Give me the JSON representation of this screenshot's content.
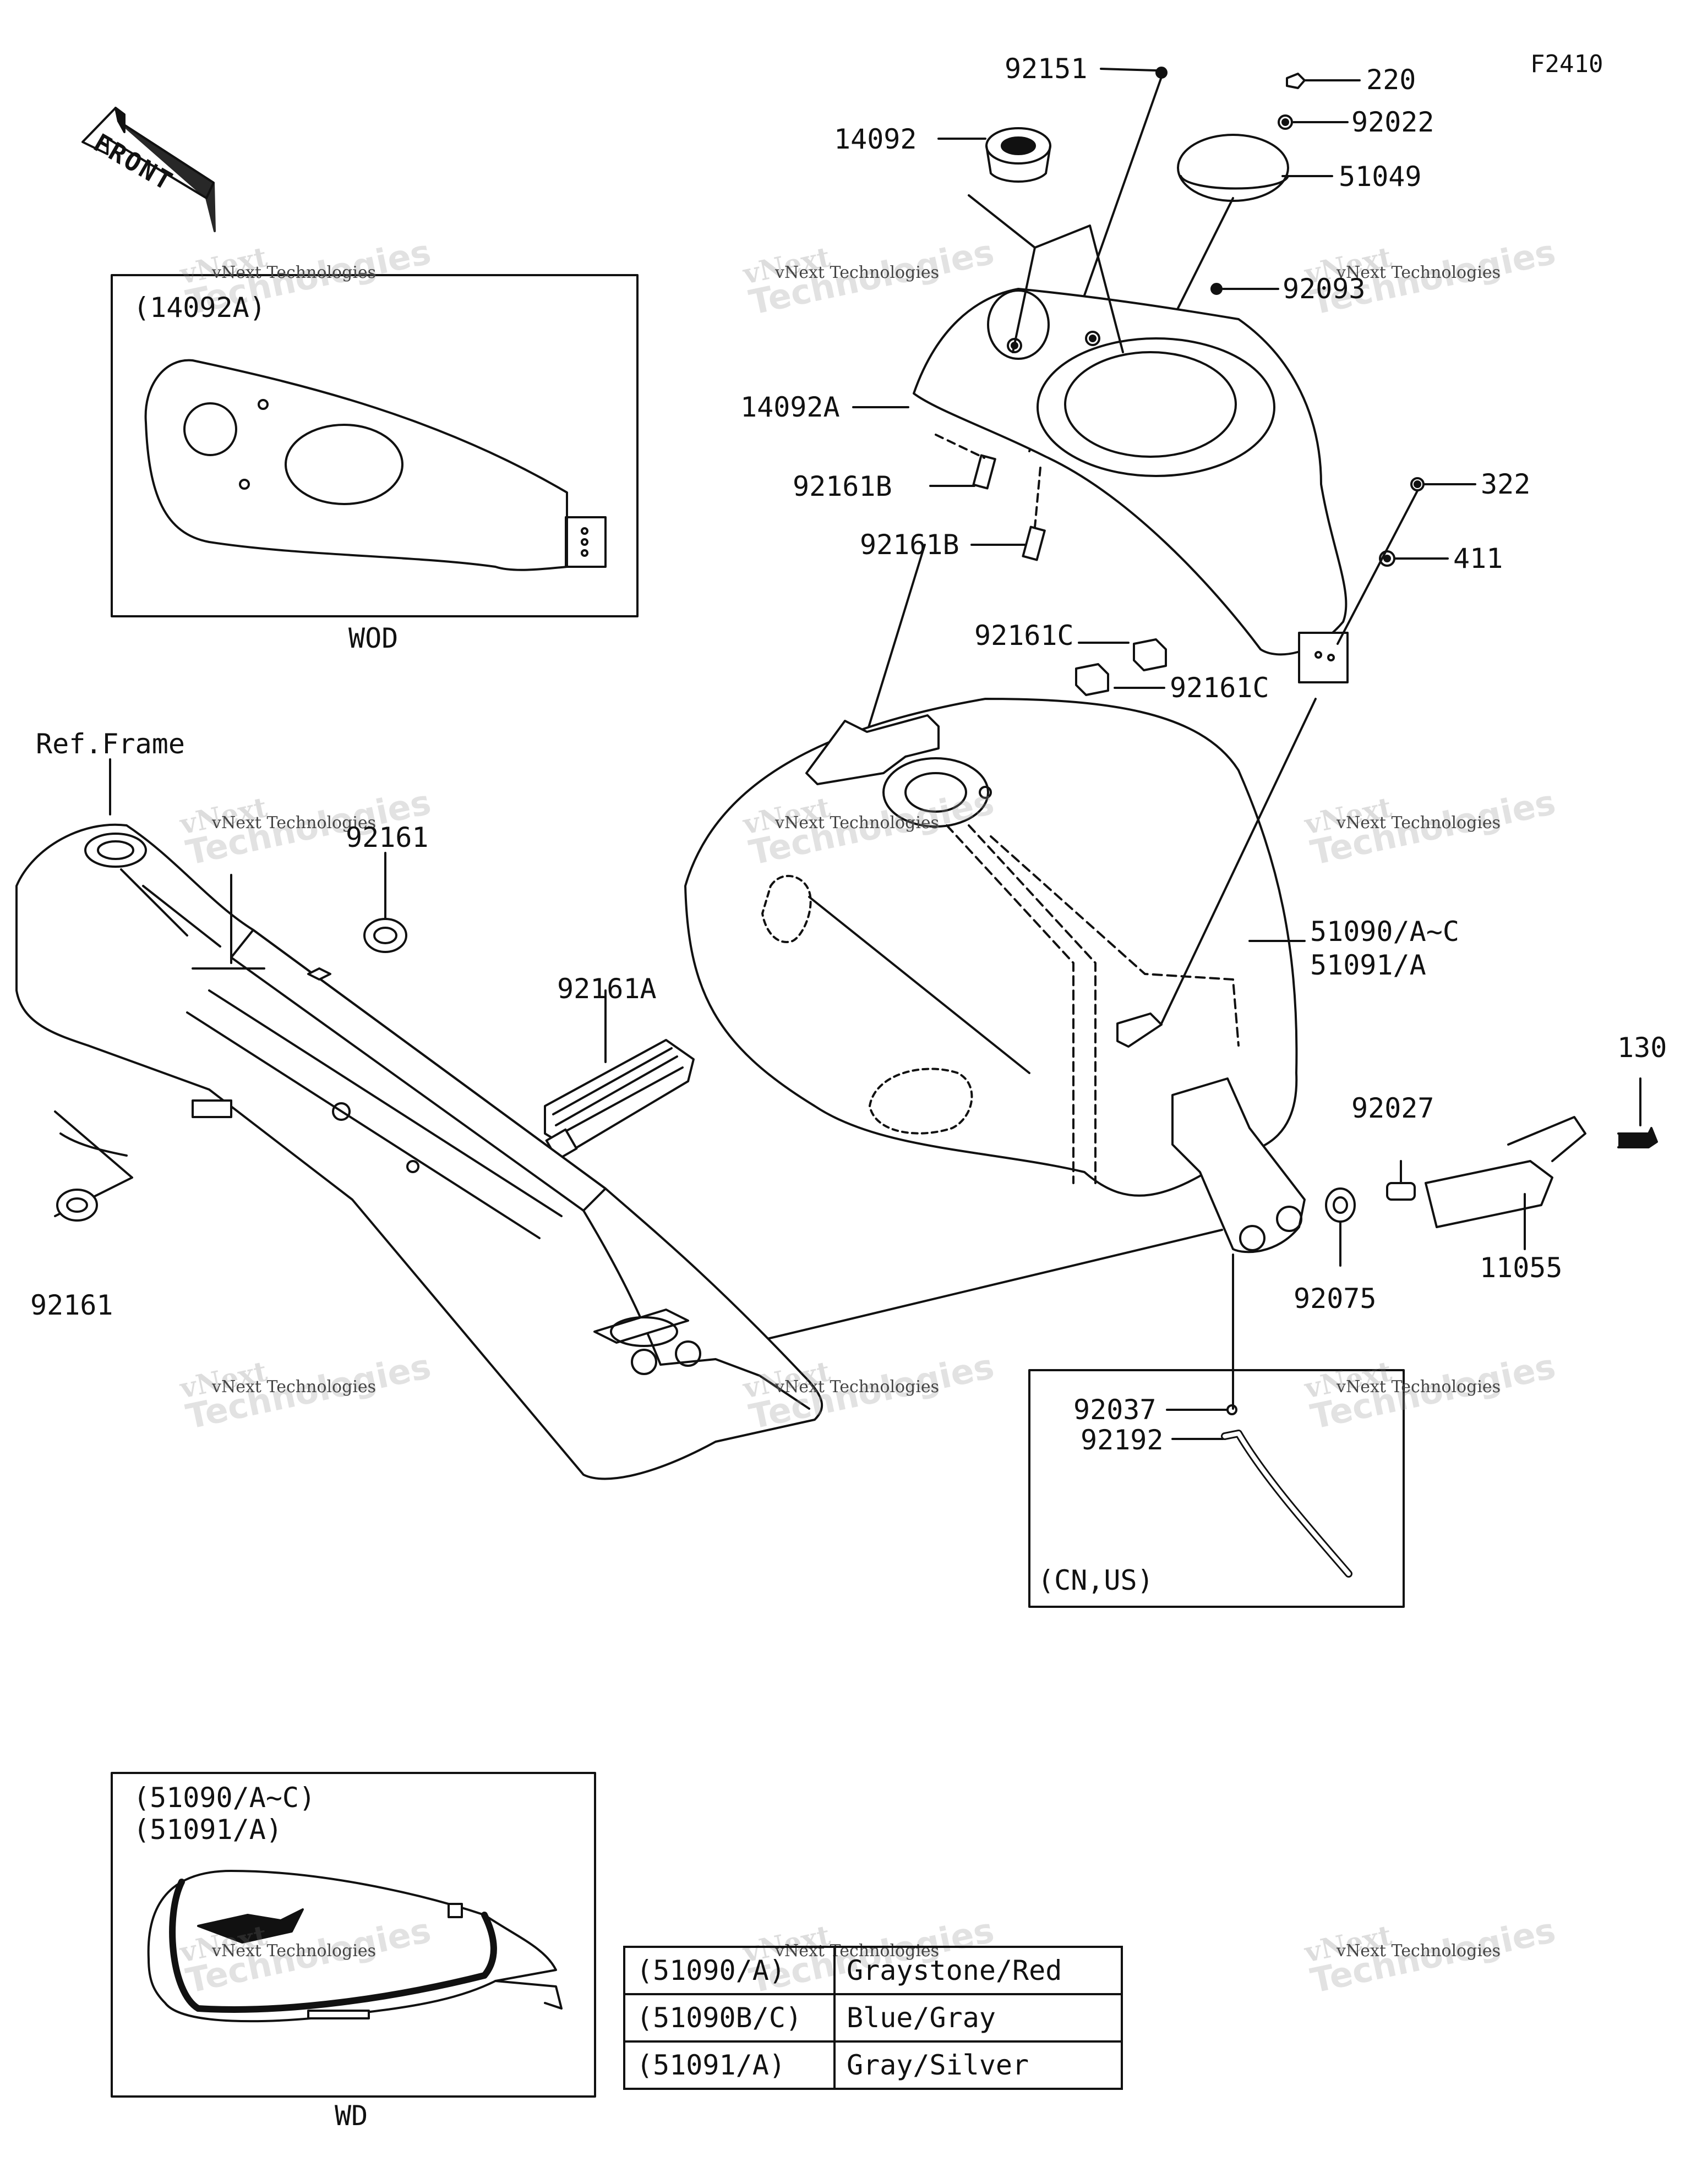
{
  "figure_code": "F2410",
  "front_label": "FRONT",
  "reference_label": "Ref.Frame",
  "watermark": {
    "line1": "vNext",
    "line2": "vNext Technologies",
    "line3": "Technologies"
  },
  "insets": {
    "cover_wod": {
      "title": "(14092A)",
      "caption": "WOD"
    },
    "breather_tube": {
      "caption": "(CN,US)"
    },
    "tank_wd": {
      "title_1": "(51090/A~C)",
      "title_2": "(51091/A)",
      "caption": "WD"
    }
  },
  "callouts": [
    {
      "id": "92151",
      "text": "92151"
    },
    {
      "id": "220",
      "text": "220"
    },
    {
      "id": "92022",
      "text": "92022"
    },
    {
      "id": "14092",
      "text": "14092"
    },
    {
      "id": "51049",
      "text": "51049"
    },
    {
      "id": "92093",
      "text": "92093"
    },
    {
      "id": "14092A",
      "text": "14092A"
    },
    {
      "id": "92161B_1",
      "text": "92161B"
    },
    {
      "id": "92161B_2",
      "text": "92161B"
    },
    {
      "id": "322",
      "text": "322"
    },
    {
      "id": "411",
      "text": "411"
    },
    {
      "id": "92161C_1",
      "text": "92161C"
    },
    {
      "id": "92161C_2",
      "text": "92161C"
    },
    {
      "id": "92161_1",
      "text": "92161"
    },
    {
      "id": "92161_2",
      "text": "92161"
    },
    {
      "id": "92161A",
      "text": "92161A"
    },
    {
      "id": "51090",
      "text": "51090/A~C"
    },
    {
      "id": "51091",
      "text": "51091/A"
    },
    {
      "id": "130",
      "text": "130"
    },
    {
      "id": "92027",
      "text": "92027"
    },
    {
      "id": "11055",
      "text": "11055"
    },
    {
      "id": "92075",
      "text": "92075"
    },
    {
      "id": "92037",
      "text": "92037"
    },
    {
      "id": "92192",
      "text": "92192"
    }
  ],
  "color_table": [
    {
      "code": "(51090/A)",
      "color": "Graystone/Red"
    },
    {
      "code": "(51090B/C)",
      "color": "Blue/Gray"
    },
    {
      "code": "(51091/A)",
      "color": "Gray/Silver"
    }
  ]
}
